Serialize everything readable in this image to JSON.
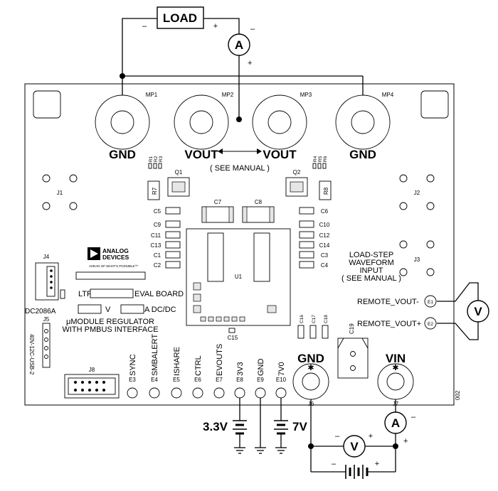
{
  "load": {
    "label": "LOAD",
    "minus": "–",
    "plus": "+"
  },
  "meter_out": {
    "symbol": "A",
    "minus": "–",
    "plus": "+"
  },
  "posts": [
    {
      "ref": "MP1",
      "name": "GND"
    },
    {
      "ref": "MP2",
      "name": "VOUT"
    },
    {
      "ref": "MP3",
      "name": "VOUT"
    },
    {
      "ref": "MP4",
      "name": "GND"
    }
  ],
  "see_manual": "( SEE MANUAL )",
  "resistors_left": [
    "R1",
    "R2",
    "R3"
  ],
  "resistors_right": [
    "R4",
    "R5",
    "R6"
  ],
  "components": {
    "q1": "Q1",
    "q2": "Q2",
    "r7": "R7",
    "r8": "R8",
    "c7": "C7",
    "c8": "C8",
    "u1": "U1",
    "c15": "C15",
    "c19": "C19",
    "j1": "J1",
    "j2": "J2",
    "j3": "J3",
    "j4": "J4",
    "j5": "J5",
    "j8": "J8"
  },
  "caps_left": [
    "C5",
    "C9",
    "C11",
    "C13",
    "C1",
    "C2"
  ],
  "caps_right": [
    "C6",
    "C10",
    "C12",
    "C14",
    "C3",
    "C4"
  ],
  "caps_bottom": [
    "C16",
    "C17",
    "C18"
  ],
  "logo": {
    "line1": "ANALOG",
    "line2": "DEVICES",
    "tagline": "AHEAD OF WHAT'S POSSIBLE™"
  },
  "board": {
    "ltp": "LTP",
    "eval_board": "EVAL BOARD",
    "v": "V",
    "adcdc": "A DC/DC",
    "line1": "μMODULE REGULATOR",
    "line2": "WITH PMBUS INTERFACE",
    "id": "DC2086A",
    "side_code": "40V-12C-USB-2",
    "rev": "002"
  },
  "waveform": [
    "LOAD-STEP",
    "WAVEFORM",
    "INPUT",
    "( SEE MANUAL )"
  ],
  "remote": [
    {
      "label": "REMOTE_VOUT-",
      "ref": "E1"
    },
    {
      "label": "REMOTE_VOUT+",
      "ref": "E2"
    }
  ],
  "meter_remote": {
    "symbol": "V"
  },
  "pins": [
    {
      "name": "SYNC",
      "ref": "E3"
    },
    {
      "name": "SMBALERT",
      "ref": "E4"
    },
    {
      "name": "ISHARE",
      "ref": "E5"
    },
    {
      "name": "CTRL",
      "ref": "E6"
    },
    {
      "name": "EVOUTS",
      "ref": "E7"
    },
    {
      "name": "3V3",
      "ref": "E8"
    },
    {
      "name": "GND",
      "ref": "E9"
    },
    {
      "name": "7V0",
      "ref": "E10"
    }
  ],
  "in_posts": [
    {
      "name": "GND",
      "ref": "J6"
    },
    {
      "name": "VIN",
      "ref": "J7"
    }
  ],
  "sources": {
    "s1": "3.3V",
    "s2": "7V"
  },
  "meter_in_a": {
    "symbol": "A",
    "minus": "–",
    "plus": "+"
  },
  "meter_in_v": {
    "symbol": "V",
    "minus": "–",
    "plus": "+"
  },
  "input_supply": {
    "minus": "–",
    "plus": "+"
  }
}
